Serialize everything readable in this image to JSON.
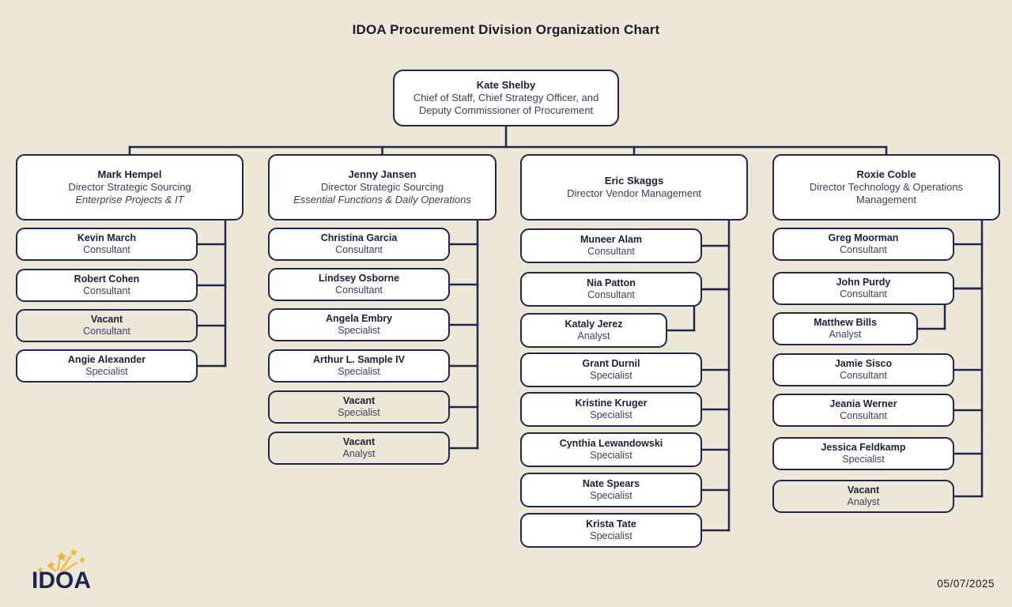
{
  "title": "IDOA Procurement Division Organization Chart",
  "footer": {
    "date": "05/07/2025",
    "logo_text": "IDOA",
    "logo_alt": "idoa-logo"
  },
  "colors": {
    "background": "#EDE7D8",
    "box_fill": "#FFFFFF",
    "vacant_fill": "#EDE7D8",
    "border": "#1F2750",
    "text": "#1A1F3D",
    "subtext": "#3A4160",
    "logo_star": "#F2B632",
    "logo_wordmark": "#1F2750"
  },
  "root": {
    "name": "Kate Shelby",
    "role_line1": "Chief of Staff, Chief Strategy Officer, and",
    "role_line2": "Deputy Commissioner of Procurement"
  },
  "branches": [
    {
      "director": {
        "name": "Mark Hempel",
        "role_line1": "Director Strategic Sourcing",
        "role_line2": "Enterprise Projects & IT",
        "role_line2_italic": true
      },
      "reports": [
        {
          "name": "Kevin March",
          "role": "Consultant",
          "vacant": false,
          "indented": false
        },
        {
          "name": "Robert Cohen",
          "role": "Consultant",
          "vacant": false,
          "indented": false
        },
        {
          "name": "Vacant",
          "role": "Consultant",
          "vacant": true,
          "indented": false
        },
        {
          "name": "Angie Alexander",
          "role": "Specialist",
          "vacant": false,
          "indented": false
        }
      ]
    },
    {
      "director": {
        "name": "Jenny Jansen",
        "role_line1": "Director Strategic Sourcing",
        "role_line2": "Essential Functions & Daily Operations",
        "role_line2_italic": true
      },
      "reports": [
        {
          "name": "Christina Garcia",
          "role": "Consultant",
          "vacant": false,
          "indented": false
        },
        {
          "name": "Lindsey Osborne",
          "role": "Consultant",
          "vacant": false,
          "indented": false
        },
        {
          "name": "Angela Embry",
          "role": "Specialist",
          "vacant": false,
          "indented": false
        },
        {
          "name": "Arthur L. Sample IV",
          "role": "Specialist",
          "vacant": false,
          "indented": false
        },
        {
          "name": "Vacant",
          "role": "Specialist",
          "vacant": true,
          "indented": false
        },
        {
          "name": "Vacant",
          "role": "Analyst",
          "vacant": true,
          "indented": false
        }
      ]
    },
    {
      "director": {
        "name": "Eric Skaggs",
        "role_line1": "Director Vendor Management",
        "role_line2": "",
        "role_line2_italic": false
      },
      "reports": [
        {
          "name": "Muneer Alam",
          "role": "Consultant",
          "vacant": false,
          "indented": false
        },
        {
          "name": "Nia Patton",
          "role": "Consultant",
          "vacant": false,
          "indented": false
        },
        {
          "name": "Kataly Jerez",
          "role": "Analyst",
          "vacant": false,
          "indented": true
        },
        {
          "name": "Grant Durnil",
          "role": "Specialist",
          "vacant": false,
          "indented": false
        },
        {
          "name": "Kristine Kruger",
          "role": "Specialist",
          "vacant": false,
          "indented": false
        },
        {
          "name": "Cynthia Lewandowski",
          "role": "Specialist",
          "vacant": false,
          "indented": false
        },
        {
          "name": "Nate Spears",
          "role": "Specialist",
          "vacant": false,
          "indented": false
        },
        {
          "name": "Krista Tate",
          "role": "Specialist",
          "vacant": false,
          "indented": false
        }
      ]
    },
    {
      "director": {
        "name": "Roxie Coble",
        "role_line1": "Director Technology & Operations",
        "role_line2": "Management",
        "role_line2_italic": false
      },
      "reports": [
        {
          "name": "Greg Moorman",
          "role": "Consultant",
          "vacant": false,
          "indented": false
        },
        {
          "name": "John Purdy",
          "role": "Consultant",
          "vacant": false,
          "indented": false
        },
        {
          "name": "Matthew Bills",
          "role": "Analyst",
          "vacant": false,
          "indented": true
        },
        {
          "name": "Jamie Sisco",
          "role": "Consultant",
          "vacant": false,
          "indented": false
        },
        {
          "name": "Jeania Werner",
          "role": "Consultant",
          "vacant": false,
          "indented": false
        },
        {
          "name": "Jessica Feldkamp",
          "role": "Specialist",
          "vacant": false,
          "indented": false
        },
        {
          "name": "Vacant",
          "role": "Analyst",
          "vacant": true,
          "indented": false
        }
      ]
    }
  ]
}
